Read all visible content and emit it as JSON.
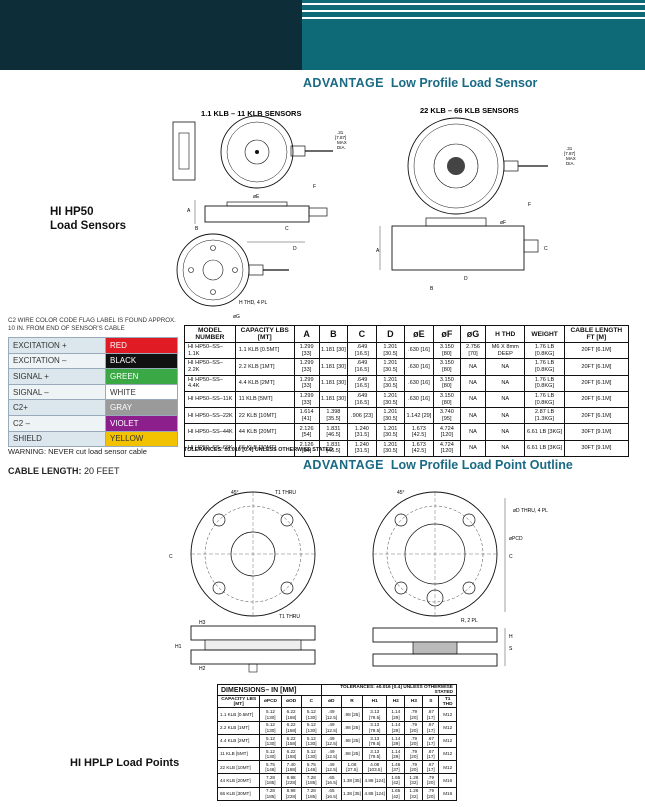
{
  "banner": {
    "dark": "#0d2d39",
    "teal": "#0f6a78"
  },
  "sensor_section": {
    "title_kw": "ADVANTAGE",
    "title_rest": "Low Profile Load Sensor",
    "side_title_line1": "HI HP50",
    "side_title_line2": "Load Sensors",
    "drawing_small_label": "1.1 KLB – 11 KLB SENSORS",
    "drawing_large_label": "22 KLB – 66 KLB SENSORS",
    "dim_cable_small": [
      ".31",
      "[7.87]",
      "MAX",
      "DIA."
    ],
    "dim_cable_large": [
      ".31",
      "[7.87]",
      "MAX",
      "DIA."
    ],
    "thread_label": "H THD, 4 PL",
    "labels": {
      "f": "F",
      "e": "øE",
      "a": "A",
      "b": "B",
      "c": "C",
      "d": "D",
      "g": "øG",
      "fd": "øF"
    }
  },
  "wire_code": {
    "note": "C2 WIRE COLOR CODE FLAG LABEL IS FOUND APPROX. 10 IN. FROM END OF SENSOR'S CABLE",
    "rows": [
      {
        "signal": "EXCITATION +",
        "color": "RED",
        "bg": "#e01b24",
        "fg": "#ffffff"
      },
      {
        "signal": "EXCITATION –",
        "color": "BLACK",
        "bg": "#111111",
        "fg": "#ffffff"
      },
      {
        "signal": "SIGNAL +",
        "color": "GREEN",
        "bg": "#3aa845",
        "fg": "#ffffff"
      },
      {
        "signal": "SIGNAL –",
        "color": "WHITE",
        "bg": "#ffffff",
        "fg": "#333333"
      },
      {
        "signal": "C2+",
        "color": "GRAY",
        "bg": "#9a9a9a",
        "fg": "#ffffff"
      },
      {
        "signal": "C2 –",
        "color": "VIOLET",
        "bg": "#8c1f8c",
        "fg": "#ffffff"
      },
      {
        "signal": "SHIELD",
        "color": "YELLOW",
        "bg": "#f2c200",
        "fg": "#333333"
      }
    ],
    "warning": "WARNING: NEVER cut load sensor cable",
    "cable_length_label": "CABLE LENGTH:",
    "cable_length_value": "20 FEET"
  },
  "sensor_table": {
    "headers": [
      "MODEL NUMBER",
      "CAPACITY LBS [MT]",
      "A",
      "B",
      "C",
      "D",
      "øE",
      "øF",
      "øG",
      "H THD",
      "WEIGHT",
      "CABLE LENGTH FT [M]"
    ],
    "rows": [
      [
        "HI HP50–SS–1.1K",
        "1.1 KLB [0.5MT]",
        "1.299 [33]",
        "1.181 [30]",
        ".649 [16.5]",
        "1.201 [30.5]",
        ".630 [16]",
        "3.150 [80]",
        "2.756 [70]",
        "M6 X 8mm DEEP",
        "1.76 LB [0.8KG]",
        "20FT [6.1M]"
      ],
      [
        "HI HP50–SS–2.2K",
        "2.2 KLB [1MT]",
        "1.299 [33]",
        "1.181 [30]",
        ".649 [16.5]",
        "1.201 [30.5]",
        ".630 [16]",
        "3.150 [80]",
        "NA",
        "NA",
        "1.76 LB [0.8KG]",
        "20FT [6.1M]"
      ],
      [
        "HI HP50–SS–4.4K",
        "4.4 KLB [2MT]",
        "1.299 [33]",
        "1.181 [30]",
        ".649 [16.5]",
        "1.201 [30.5]",
        ".630 [16]",
        "3.150 [80]",
        "NA",
        "NA",
        "1.76 LB [0.8KG]",
        "20FT [6.1M]"
      ],
      [
        "HI HP50–SS–11K",
        "11 KLB [5MT]",
        "1.299 [33]",
        "1.181 [30]",
        ".649 [16.5]",
        "1.201 [30.5]",
        ".630 [16]",
        "3.150 [80]",
        "NA",
        "NA",
        "1.76 LB [0.8KG]",
        "20FT [6.1M]"
      ],
      [
        "HI HP50–SS–22K",
        "22 KLB [10MT]",
        "1.614 [41]",
        "1.398 [35.5]",
        ".906 [23]",
        "1.201 [30.5]",
        "1.142 [29]",
        "3.740 [95]",
        "NA",
        "NA",
        "2.87 LB [1.3KG]",
        "20FT [6.1M]"
      ],
      [
        "HI HP50–SS–44K",
        "44 KLB [20MT]",
        "2.126 [54]",
        "1.831 [46.5]",
        "1.240 [31.5]",
        "1.201 [30.5]",
        "1.673 [42.5]",
        "4.724 [120]",
        "NA",
        "NA",
        "6.61 LB [3KG]",
        "30FT [9.1M]"
      ],
      [
        "HI HP50–SS–66K",
        "66 KLB [30MT]",
        "2.126 [54]",
        "1.831 [46.5]",
        "1.240 [31.5]",
        "1.201 [30.5]",
        "1.673 [42.5]",
        "4.724 [120]",
        "NA",
        "NA",
        "6.61 LB [3KG]",
        "30FT [9.1M]"
      ]
    ],
    "tolerance": "TOLERANCES: ±0.016 [0.4] UNLESS OTHERWISE STATED"
  },
  "point_section": {
    "title_kw": "ADVANTAGE",
    "title_rest": "Low Profile Load Point Outline",
    "side_title": "HI HPLP Load Points",
    "angle_label": "45°",
    "t1_thru": "T1 THRU",
    "od_thru": "øD THRU, 4 PL",
    "pcd": "øPCD",
    "r2": "R, 2 PL",
    "labels": {
      "c": "C",
      "h": "H",
      "h1": "H1",
      "h2": "H2",
      "h3": "H3",
      "s": "S"
    }
  },
  "point_table": {
    "title": "DIMENSIONS– IN [MM]",
    "tolerance": "TOLERANCES: ±0.016 [0.4] UNLESS OTHERWISE STATED",
    "headers": [
      "CAPACITY LBS [MT]",
      "øPCD",
      "øOD",
      "C",
      "øD",
      "R",
      "H1",
      "H2",
      "H3",
      "S",
      "T1 THD"
    ],
    "rows": [
      [
        "1.1 KLB [0.5MT]",
        "5.12 [130]",
        "6.22 [158]",
        "5.12 [130]",
        ".49 [12.5]",
        ".98 [25]",
        "3.13 [79.5]",
        "1.14 [29]",
        ".79 [20]",
        ".67 [17]",
        "M12"
      ],
      [
        "2.2 KLB [1MT]",
        "5.12 [130]",
        "6.22 [158]",
        "5.12 [130]",
        ".49 [12.5]",
        ".98 [25]",
        "3.13 [79.5]",
        "1.14 [29]",
        ".79 [20]",
        ".67 [17]",
        "M12"
      ],
      [
        "4.4 KLB [2MT]",
        "5.12 [130]",
        "6.22 [158]",
        "5.12 [130]",
        ".49 [12.5]",
        ".98 [25]",
        "3.13 [79.5]",
        "1.14 [29]",
        ".79 [20]",
        ".67 [17]",
        "M12"
      ],
      [
        "11 KLB [5MT]",
        "5.12 [130]",
        "6.22 [158]",
        "5.12 [130]",
        ".49 [12.5]",
        ".98 [25]",
        "3.13 [79.5]",
        "1.14 [29]",
        ".79 [20]",
        ".67 [17]",
        "M12"
      ],
      [
        "22 KLB [10MT]",
        "5.75 [146]",
        "7.40 [188]",
        "5.75 [146]",
        ".49 [12.5]",
        "1.08 [27.5]",
        "4.08 [103.5]",
        "1.46 [37]",
        ".79 [20]",
        ".67 [17]",
        "M12"
      ],
      [
        "44 KLB [20MT]",
        "7.28 [185]",
        "8.98 [228]",
        "7.28 [185]",
        ".65 [16.5]",
        "1.38 [35]",
        "4.88 [124]",
        "1.65 [42]",
        "1.26 [32]",
        ".79 [20]",
        "M16"
      ],
      [
        "66 KLB [30MT]",
        "7.28 [185]",
        "8.98 [228]",
        "7.28 [185]",
        ".65 [16.5]",
        "1.38 [35]",
        "4.88 [124]",
        "1.65 [42]",
        "1.26 [32]",
        ".79 [20]",
        "M16"
      ]
    ]
  }
}
